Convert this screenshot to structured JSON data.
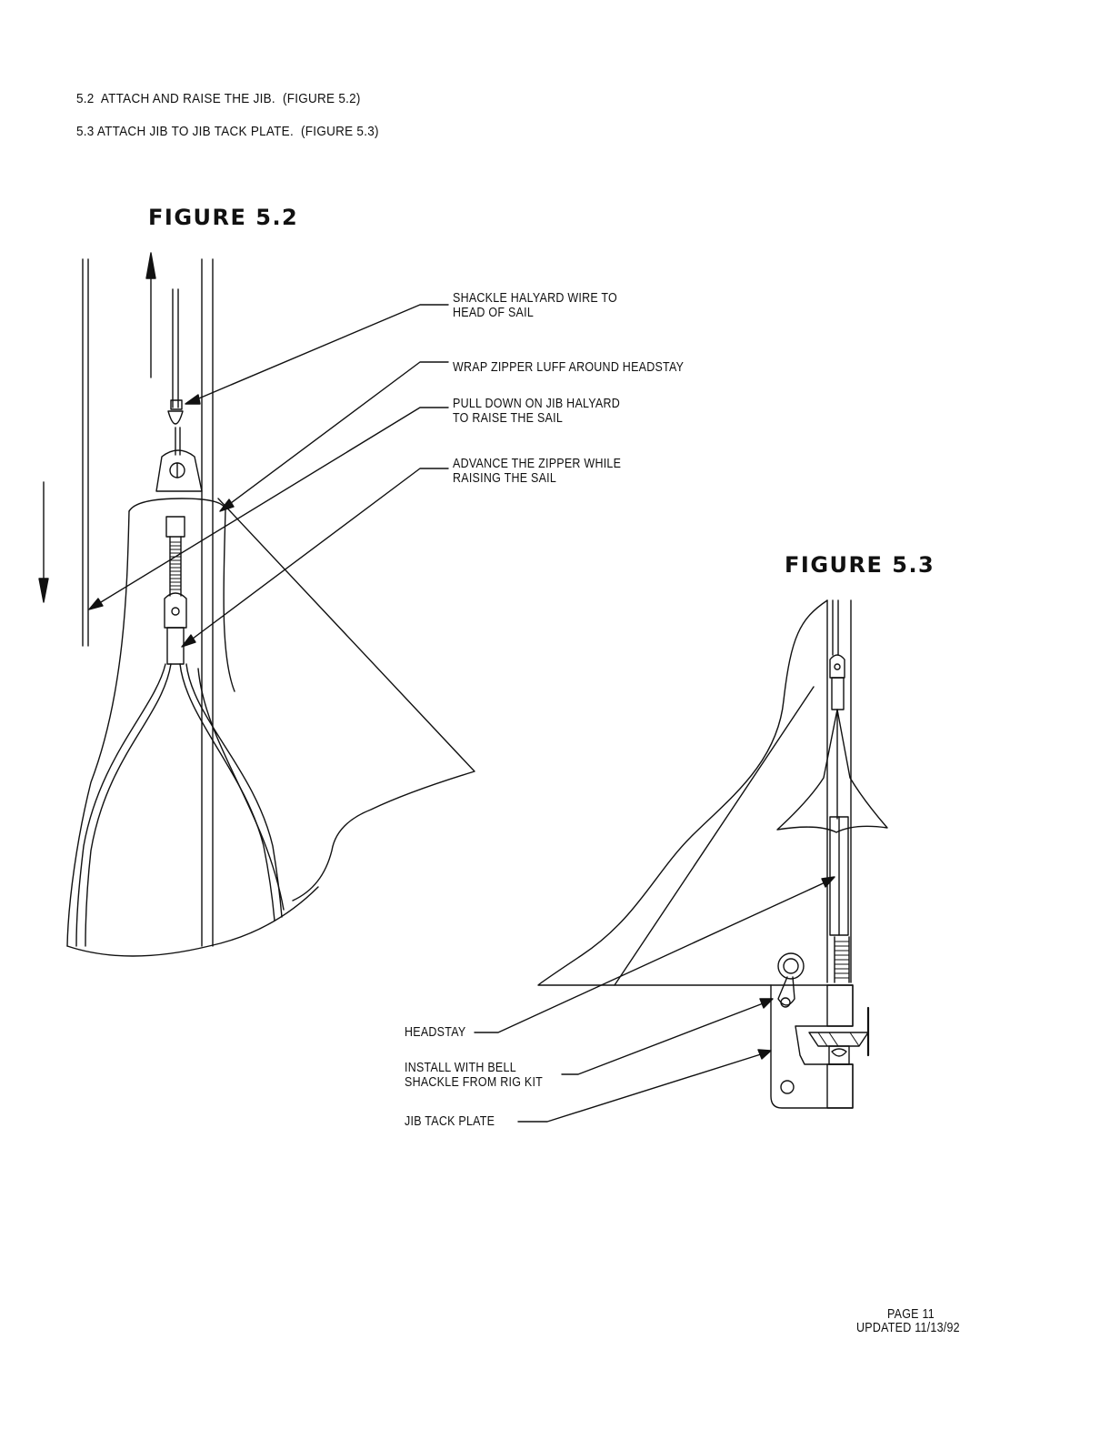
{
  "steps": [
    {
      "label": "5.2  ATTACH AND RAISE THE JIB.  (FIGURE 5.2)"
    },
    {
      "label": "5.3 ATTACH JIB TO JIB TACK PLATE.  (FIGURE 5.3)"
    }
  ],
  "figures": {
    "fig_5_2": {
      "title": "FIGURE 5.2",
      "callouts": [
        "SHACKLE HALYARD WIRE TO\nHEAD OF SAIL",
        "WRAP ZIPPER LUFF AROUND HEADSTAY",
        "PULL DOWN ON JIB HALYARD\nTO RAISE THE SAIL",
        "ADVANCE THE ZIPPER WHILE\nRAISING THE SAIL"
      ]
    },
    "fig_5_3": {
      "title": "FIGURE 5.3",
      "callouts": [
        "HEADSTAY",
        "INSTALL WITH BELL\nSHACKLE FROM RIG KIT",
        "JIB TACK PLATE"
      ]
    }
  },
  "footer": {
    "page": "PAGE 11",
    "updated": "UPDATED 11/13/92"
  }
}
